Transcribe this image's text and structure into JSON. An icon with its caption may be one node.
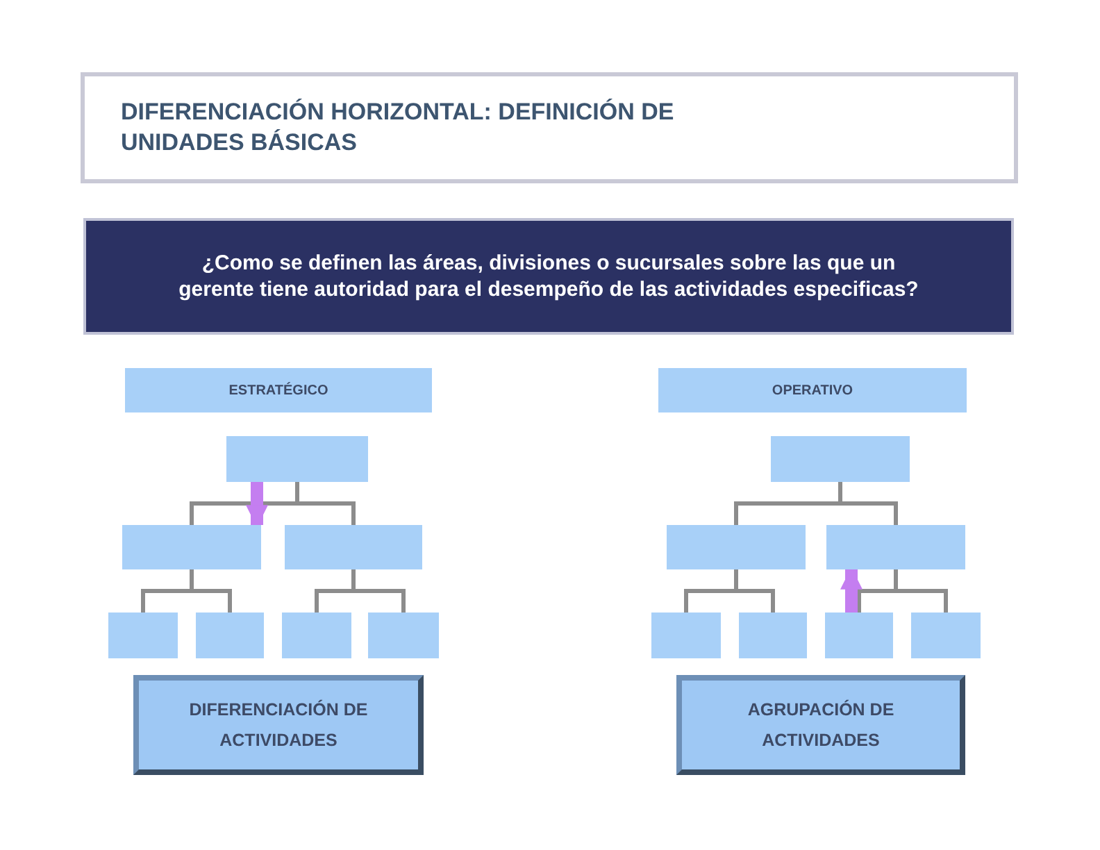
{
  "diagram": {
    "nodes": [
      {
        "text": [
          "DIFERENCIACIÓN HORIZONTAL: DEFINICIÓN DE UNIDADES BÁSICAS"
        ]
      },
      {
        "text": [
          "¿Como se definen las áreas, divisiones o sucursales sobre las que un gerente tiene autoridad para el desempeño de las actividades especificas?"
        ]
      },
      {
        "text": [
          "ESTRATÉGICO"
        ]
      },
      {
        "text": [],
        "shape": "box"
      },
      {
        "text": [],
        "shape": "box"
      },
      {
        "text": [],
        "shape": "box"
      },
      {
        "text": [],
        "shape": "box"
      },
      {
        "text": [],
        "shape": "box"
      },
      {
        "text": [],
        "shape": "box"
      },
      {
        "text": [],
        "shape": "box"
      },
      {
        "text": [
          "DIFERENCIACIÓN DE ACTIVIDADES"
        ]
      },
      {
        "text": [
          "OPERATIVO"
        ]
      },
      {
        "text": [],
        "shape": "box"
      },
      {
        "text": [],
        "shape": "box"
      },
      {
        "text": [],
        "shape": "box"
      },
      {
        "text": [],
        "shape": "box"
      },
      {
        "text": [],
        "shape": "box"
      },
      {
        "text": [],
        "shape": "box"
      },
      {
        "text": [],
        "shape": "box"
      },
      {
        "text": [
          "AGRUPACIÓN DE ACTIVIDADES"
        ]
      }
    ],
    "edges": [
      {
        "from": 3,
        "to": 4,
        "arrow": "none"
      },
      {
        "from": 3,
        "to": 5,
        "arrow": "none"
      },
      {
        "from": 4,
        "to": 6,
        "arrow": "none"
      },
      {
        "from": 4,
        "to": 7,
        "arrow": "none"
      },
      {
        "from": 5,
        "to": 8,
        "arrow": "none"
      },
      {
        "from": 5,
        "to": 9,
        "arrow": "none"
      },
      {
        "from": 12,
        "to": 13,
        "arrow": "none"
      },
      {
        "from": 12,
        "to": 14,
        "arrow": "none"
      },
      {
        "from": 13,
        "to": 15,
        "arrow": "none"
      },
      {
        "from": 13,
        "to": 16,
        "arrow": "none"
      },
      {
        "from": 14,
        "to": 17,
        "arrow": "none"
      },
      {
        "from": 14,
        "to": 18,
        "arrow": "none"
      },
      {
        "from": 3,
        "to": 4,
        "arrow": "to",
        "style": "thick",
        "color": "#c47ef0"
      },
      {
        "from": 17,
        "to": 14,
        "arrow": "to",
        "style": "thick",
        "color": "#c47ef0"
      }
    ]
  }
}
